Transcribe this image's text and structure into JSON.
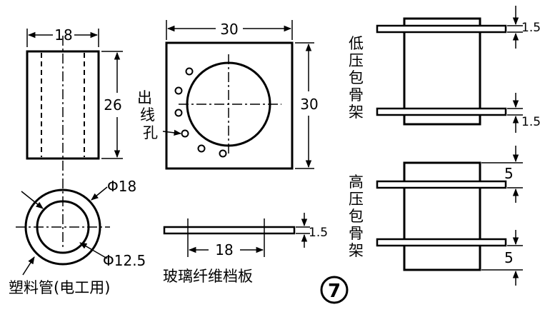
{
  "drawing": {
    "figure_number": "7",
    "tube": {
      "width_dim": "18",
      "height_dim": "26",
      "outer_diameter": "Φ18",
      "inner_diameter": "Φ12.5",
      "caption": "塑料管(电工用)"
    },
    "plate": {
      "width_dim": "30",
      "height_dim": "30",
      "lead_hole_label": [
        "出",
        "线",
        "孔"
      ],
      "thickness_dim": "1.5",
      "hole_spacing_dim": "18",
      "caption": "玻璃纤维档板"
    },
    "low_voltage_bobbin": {
      "label": [
        "低",
        "压",
        "包",
        "骨",
        "架"
      ],
      "top_dim": "1.5",
      "bottom_dim": "1.5"
    },
    "high_voltage_bobbin": {
      "label": [
        "高",
        "压",
        "包",
        "骨",
        "架"
      ],
      "top_dim": "5",
      "bottom_dim": "5"
    }
  }
}
